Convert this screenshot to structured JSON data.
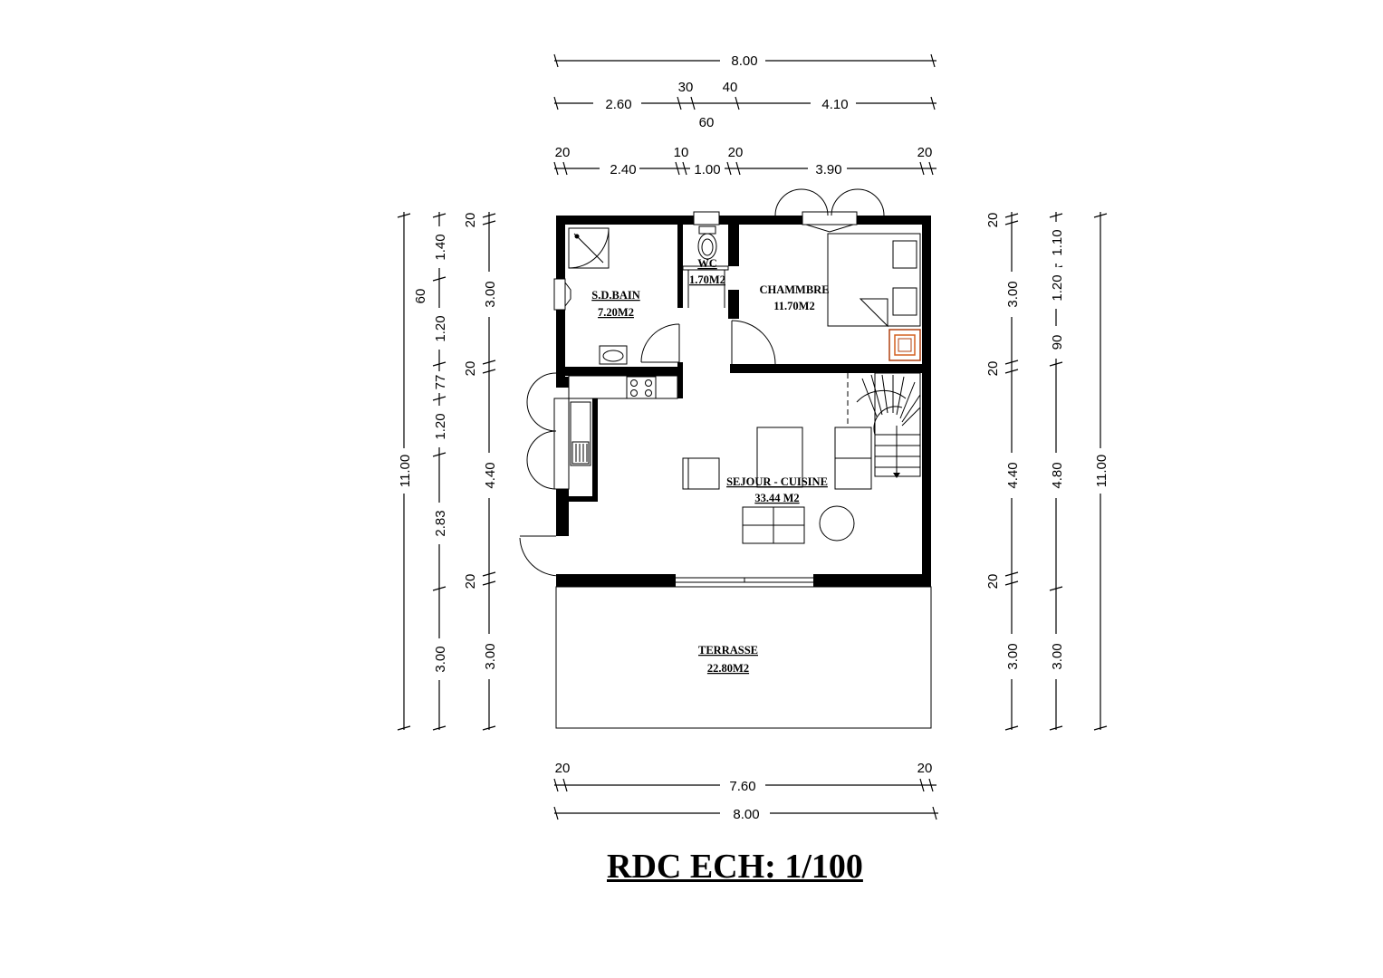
{
  "title": "RDC ECH: 1/100",
  "rooms": {
    "sdbain": {
      "name": "S.D.BAIN",
      "area": "7.20M2"
    },
    "wc": {
      "name": "WC",
      "area": "1.70M2"
    },
    "chambre": {
      "name": "CHAMMBRE",
      "area": "11.70M2"
    },
    "sejour": {
      "name": "SEJOUR - CUISINE",
      "area": "33.44 M2"
    },
    "terrasse": {
      "name": "TERRASSE",
      "area": "22.80M2"
    }
  },
  "dimensions": {
    "top_total": "8.00",
    "top_row2": [
      "2.60",
      "30",
      "40",
      "60",
      "4.10"
    ],
    "top_row3": [
      "20",
      "2.40",
      "10",
      "1.00",
      "20",
      "3.90",
      "20"
    ],
    "bottom_row1": [
      "20",
      "7.60",
      "20"
    ],
    "bottom_total": "8.00",
    "left_outer": "11.00",
    "left_mid": [
      "1.40",
      "60",
      "1.20",
      "77",
      "1.20",
      "2.83",
      "3.00"
    ],
    "left_inner": [
      "20",
      "3.00",
      "20",
      "4.40",
      "20",
      "3.00"
    ],
    "right_inner": [
      "20",
      "3.00",
      "20",
      "4.40",
      "20",
      "3.00"
    ],
    "right_mid": [
      "1.10",
      "1.20",
      "90",
      "4.80",
      "3.00"
    ],
    "right_outer": "11.00"
  }
}
